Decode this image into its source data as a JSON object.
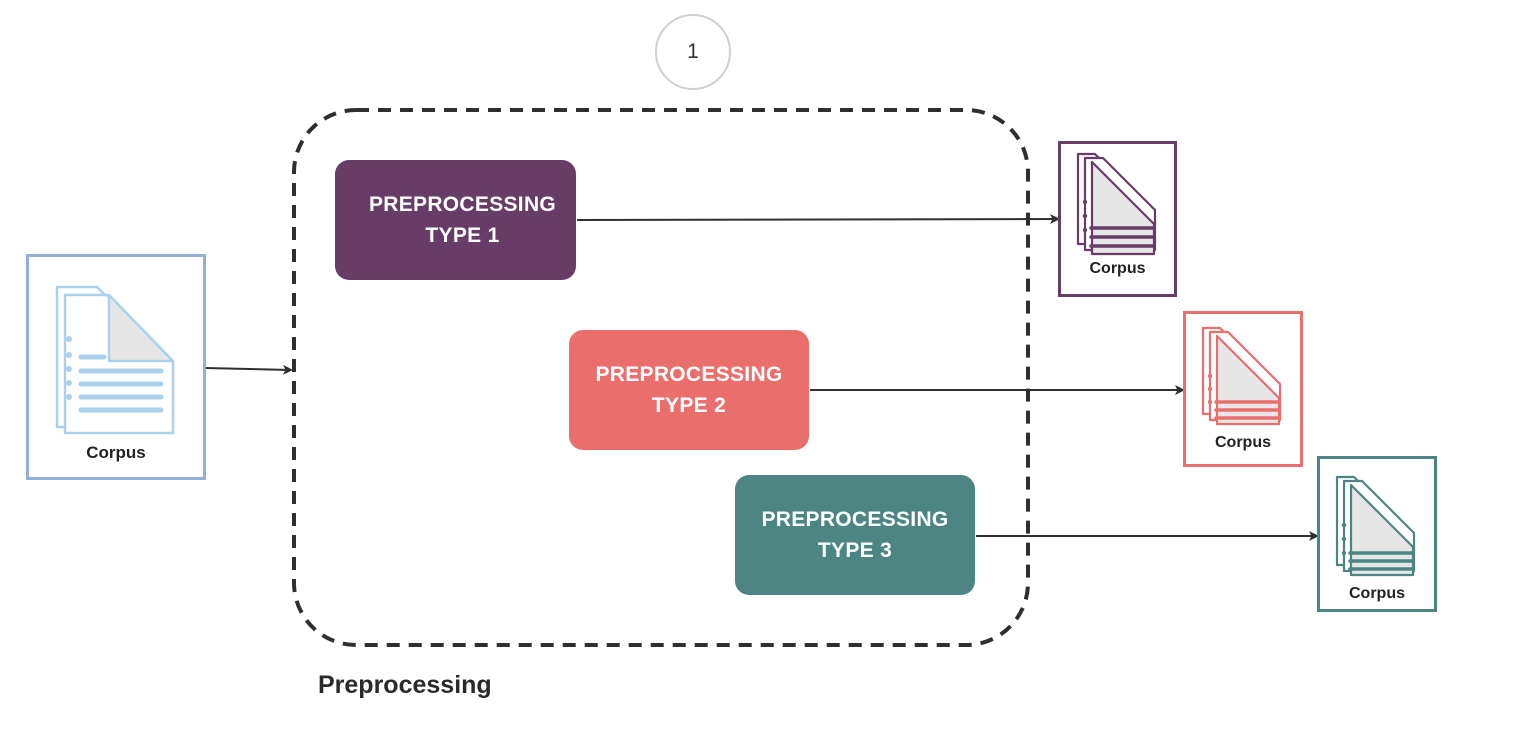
{
  "step_badge": {
    "number": "1"
  },
  "group": {
    "label": "Preprocessing"
  },
  "input_corpus": {
    "label": "Corpus",
    "color": "#8fb0d8",
    "icon_color": "#a9d1ee"
  },
  "processes": [
    {
      "line1": "PREPROCESSING",
      "line2": "TYPE 1",
      "color": "#673d68"
    },
    {
      "line1": "PREPROCESSING",
      "line2": "TYPE 2",
      "color": "#ea6e6c"
    },
    {
      "line1": "PREPROCESSING",
      "line2": "TYPE 3",
      "color": "#4c8582"
    }
  ],
  "output_corpora": [
    {
      "label": "Corpus",
      "color": "#673d68"
    },
    {
      "label": "Corpus",
      "color": "#ea6e6c"
    },
    {
      "label": "Corpus",
      "color": "#4c8582"
    }
  ],
  "colors": {
    "connector": "#2f2f2f",
    "group_border": "#2f2f2f",
    "page_fill": "#e6e6e6"
  },
  "icons": {
    "document": "document-stack-icon",
    "arrow": "arrow-head-icon"
  }
}
